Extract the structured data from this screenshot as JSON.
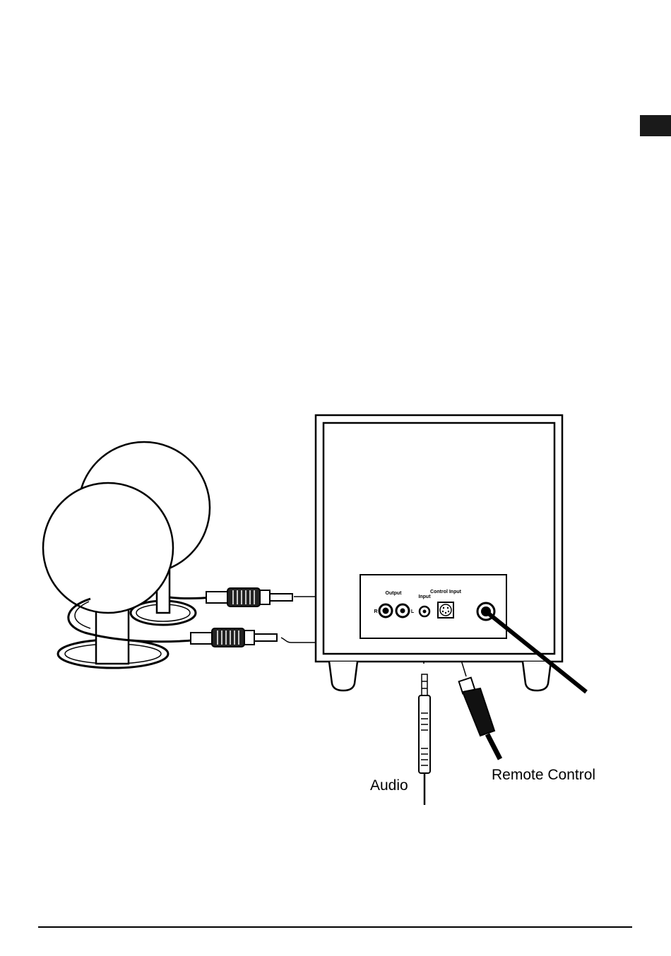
{
  "diagram": {
    "panel": {
      "output_label": "Output",
      "right_label": "R",
      "left_label": "L",
      "input_label": "Input",
      "control_input_label": "Control Input"
    },
    "callouts": {
      "audio": "Audio",
      "remote_control": "Remote Control"
    }
  },
  "colors": {
    "ink": "#000000",
    "paper": "#ffffff",
    "tab": "#1a1a1a"
  }
}
